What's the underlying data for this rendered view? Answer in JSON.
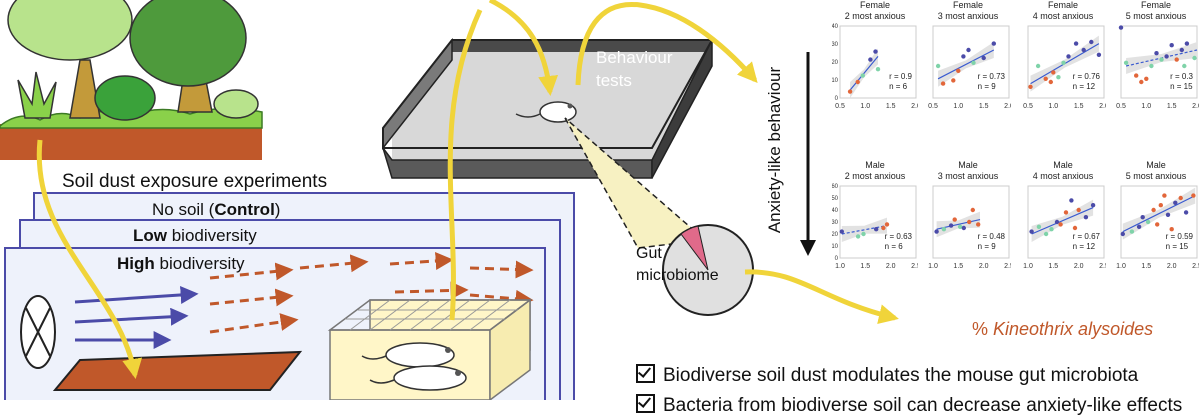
{
  "experiment": {
    "title": "Soil dust exposure experiments",
    "control_prefix": "No soil (",
    "control_bold": "Control",
    "control_suffix": ")",
    "low_bold": "Low",
    "low_rest": " biodiversity",
    "high_bold": "High",
    "high_rest": " biodiversity"
  },
  "behaviour": {
    "line1": "Behaviour",
    "line2": "tests"
  },
  "gut": {
    "line1": "Gut",
    "line2": "microbiome"
  },
  "kineothrix": {
    "prefix": "% ",
    "name": "Kineothrix alysoides"
  },
  "checks": [
    "Biodiverse soil dust modulates the mouse gut microbiota",
    "Bacteria from biodiverse soil can decrease anxiety-like effects"
  ],
  "y_axis_label": "Anxiety-like behaviour",
  "colors": {
    "soil": "#c0582a",
    "purple": "#4b4ba8",
    "green": "#7fd3a9",
    "orange": "#e2663a",
    "fit": "#3a5bd0",
    "yellow": "#f0d43a",
    "tree": "#4e9a3c",
    "ci": "#e2e2e2"
  },
  "chart_data": [
    {
      "type": "scatter",
      "title": [
        "Female",
        "2 most anxious"
      ],
      "r": "r = 0.9",
      "n": "n = 6",
      "xlim": [
        0.5,
        2.0
      ],
      "ylim": [
        0,
        45
      ],
      "x_ticks": [
        "0.5",
        "1.0",
        "1.5",
        "2.0"
      ],
      "y_ticks": [
        "0",
        "10",
        "20",
        "30",
        "40"
      ],
      "points": [
        {
          "x": 0.7,
          "y": 4,
          "g": "orange"
        },
        {
          "x": 0.85,
          "y": 10,
          "g": "orange"
        },
        {
          "x": 1.2,
          "y": 29,
          "g": "purple"
        },
        {
          "x": 1.25,
          "y": 18,
          "g": "green"
        },
        {
          "x": 1.1,
          "y": 24,
          "g": "purple"
        },
        {
          "x": 0.95,
          "y": 14,
          "g": "green"
        }
      ],
      "fit": [
        [
          0.7,
          5
        ],
        [
          1.25,
          26
        ]
      ]
    },
    {
      "type": "scatter",
      "title": [
        "Female",
        "3 most anxious"
      ],
      "r": "r = 0.73",
      "n": "n = 9",
      "xlim": [
        0.5,
        2.0
      ],
      "ylim": [
        0,
        45
      ],
      "x_ticks": [
        "0.5",
        "1.0",
        "1.5",
        "2.0"
      ],
      "y_ticks": [],
      "points": [
        {
          "x": 0.6,
          "y": 20,
          "g": "green"
        },
        {
          "x": 0.7,
          "y": 9,
          "g": "orange"
        },
        {
          "x": 0.9,
          "y": 11,
          "g": "orange"
        },
        {
          "x": 1.0,
          "y": 17,
          "g": "orange"
        },
        {
          "x": 1.1,
          "y": 26,
          "g": "purple"
        },
        {
          "x": 1.2,
          "y": 30,
          "g": "purple"
        },
        {
          "x": 1.3,
          "y": 22,
          "g": "green"
        },
        {
          "x": 1.5,
          "y": 25,
          "g": "purple"
        },
        {
          "x": 1.7,
          "y": 34,
          "g": "purple"
        }
      ],
      "fit": [
        [
          0.6,
          12
        ],
        [
          1.7,
          30
        ]
      ]
    },
    {
      "type": "scatter",
      "title": [
        "Female",
        "4 most anxious"
      ],
      "r": "r = 0.76",
      "n": "n = 12",
      "xlim": [
        0.5,
        2.0
      ],
      "ylim": [
        0,
        45
      ],
      "x_ticks": [
        "0.5",
        "1.0",
        "1.5",
        "2.0"
      ],
      "y_ticks": [],
      "points": [
        {
          "x": 0.55,
          "y": 7,
          "g": "orange"
        },
        {
          "x": 0.7,
          "y": 20,
          "g": "green"
        },
        {
          "x": 0.85,
          "y": 12,
          "g": "orange"
        },
        {
          "x": 0.95,
          "y": 10,
          "g": "orange"
        },
        {
          "x": 1.0,
          "y": 16,
          "g": "orange"
        },
        {
          "x": 1.1,
          "y": 13,
          "g": "green"
        },
        {
          "x": 1.2,
          "y": 22,
          "g": "green"
        },
        {
          "x": 1.3,
          "y": 26,
          "g": "purple"
        },
        {
          "x": 1.45,
          "y": 34,
          "g": "purple"
        },
        {
          "x": 1.6,
          "y": 30,
          "g": "purple"
        },
        {
          "x": 1.75,
          "y": 35,
          "g": "purple"
        },
        {
          "x": 1.9,
          "y": 27,
          "g": "purple"
        }
      ],
      "fit": [
        [
          0.55,
          9
        ],
        [
          1.9,
          34
        ]
      ]
    },
    {
      "type": "scatter",
      "title": [
        "Female",
        "5 most anxious"
      ],
      "r": "r = 0.3",
      "n": "n = 15",
      "xlim": [
        0.5,
        2.0
      ],
      "ylim": [
        0,
        45
      ],
      "x_ticks": [
        "0.5",
        "1.0",
        "1.5",
        "2.0"
      ],
      "y_ticks": [],
      "points": [
        {
          "x": 0.5,
          "y": 44,
          "g": "purple"
        },
        {
          "x": 0.6,
          "y": 22,
          "g": "green"
        },
        {
          "x": 0.8,
          "y": 14,
          "g": "orange"
        },
        {
          "x": 0.9,
          "y": 10,
          "g": "orange"
        },
        {
          "x": 1.0,
          "y": 12,
          "g": "orange"
        },
        {
          "x": 1.1,
          "y": 20,
          "g": "green"
        },
        {
          "x": 1.2,
          "y": 28,
          "g": "purple"
        },
        {
          "x": 1.3,
          "y": 24,
          "g": "green"
        },
        {
          "x": 1.4,
          "y": 26,
          "g": "purple"
        },
        {
          "x": 1.5,
          "y": 33,
          "g": "purple"
        },
        {
          "x": 1.6,
          "y": 24,
          "g": "orange"
        },
        {
          "x": 1.7,
          "y": 30,
          "g": "purple"
        },
        {
          "x": 1.8,
          "y": 34,
          "g": "purple"
        },
        {
          "x": 1.95,
          "y": 25,
          "g": "green"
        },
        {
          "x": 1.75,
          "y": 20,
          "g": "green"
        }
      ],
      "fit": [
        [
          0.6,
          20
        ],
        [
          2.0,
          30
        ]
      ]
    },
    {
      "type": "scatter",
      "title": [
        "Male",
        "2 most anxious"
      ],
      "r": "r = 0.63",
      "n": "n = 6",
      "xlim": [
        0.7,
        2.8
      ],
      "ylim": [
        0,
        60
      ],
      "x_ticks": [
        "1.0",
        "1.5",
        "2.0",
        "2.5"
      ],
      "y_ticks": [
        "0",
        "10",
        "20",
        "30",
        "40",
        "50",
        "60"
      ],
      "points": [
        {
          "x": 0.75,
          "y": 22,
          "g": "purple"
        },
        {
          "x": 1.2,
          "y": 18,
          "g": "green"
        },
        {
          "x": 1.35,
          "y": 20,
          "g": "green"
        },
        {
          "x": 1.7,
          "y": 24,
          "g": "purple"
        },
        {
          "x": 2.0,
          "y": 28,
          "g": "orange"
        },
        {
          "x": 1.9,
          "y": 25,
          "g": "orange"
        }
      ],
      "fit": [
        [
          0.75,
          20
        ],
        [
          2.0,
          27
        ]
      ]
    },
    {
      "type": "scatter",
      "title": [
        "Male",
        "3 most anxious"
      ],
      "r": "r = 0.48",
      "n": "n = 9",
      "xlim": [
        0.7,
        2.8
      ],
      "ylim": [
        0,
        60
      ],
      "x_ticks": [
        "1.0",
        "1.5",
        "2.0",
        "2.5"
      ],
      "y_ticks": [],
      "points": [
        {
          "x": 0.8,
          "y": 22,
          "g": "purple"
        },
        {
          "x": 1.0,
          "y": 24,
          "g": "green"
        },
        {
          "x": 1.2,
          "y": 27,
          "g": "purple"
        },
        {
          "x": 1.3,
          "y": 32,
          "g": "orange"
        },
        {
          "x": 1.45,
          "y": 26,
          "g": "green"
        },
        {
          "x": 1.55,
          "y": 25,
          "g": "purple"
        },
        {
          "x": 1.7,
          "y": 30,
          "g": "orange"
        },
        {
          "x": 1.8,
          "y": 40,
          "g": "orange"
        },
        {
          "x": 1.95,
          "y": 28,
          "g": "orange"
        }
      ],
      "fit": [
        [
          0.8,
          24
        ],
        [
          2.0,
          32
        ]
      ]
    },
    {
      "type": "scatter",
      "title": [
        "Male",
        "4 most anxious"
      ],
      "r": "r = 0.67",
      "n": "n = 12",
      "xlim": [
        0.7,
        2.8
      ],
      "ylim": [
        0,
        60
      ],
      "x_ticks": [
        "1.0",
        "1.5",
        "2.0",
        "2.5"
      ],
      "y_ticks": [],
      "points": [
        {
          "x": 0.8,
          "y": 22,
          "g": "purple"
        },
        {
          "x": 1.0,
          "y": 26,
          "g": "green"
        },
        {
          "x": 1.2,
          "y": 20,
          "g": "green"
        },
        {
          "x": 1.35,
          "y": 24,
          "g": "green"
        },
        {
          "x": 1.5,
          "y": 30,
          "g": "purple"
        },
        {
          "x": 1.6,
          "y": 28,
          "g": "orange"
        },
        {
          "x": 1.75,
          "y": 38,
          "g": "orange"
        },
        {
          "x": 1.9,
          "y": 48,
          "g": "purple"
        },
        {
          "x": 2.0,
          "y": 25,
          "g": "orange"
        },
        {
          "x": 2.1,
          "y": 40,
          "g": "orange"
        },
        {
          "x": 2.3,
          "y": 34,
          "g": "purple"
        },
        {
          "x": 2.5,
          "y": 44,
          "g": "purple"
        }
      ],
      "fit": [
        [
          0.8,
          20
        ],
        [
          2.5,
          42
        ]
      ]
    },
    {
      "type": "scatter",
      "title": [
        "Male",
        "5 most anxious"
      ],
      "r": "r = 0.59",
      "n": "n = 15",
      "xlim": [
        0.7,
        2.8
      ],
      "ylim": [
        0,
        60
      ],
      "x_ticks": [
        "1.0",
        "1.5",
        "2.0",
        "2.5"
      ],
      "y_ticks": [],
      "points": [
        {
          "x": 0.75,
          "y": 20,
          "g": "purple"
        },
        {
          "x": 1.0,
          "y": 22,
          "g": "green"
        },
        {
          "x": 1.2,
          "y": 26,
          "g": "purple"
        },
        {
          "x": 1.3,
          "y": 34,
          "g": "purple"
        },
        {
          "x": 1.45,
          "y": 30,
          "g": "green"
        },
        {
          "x": 1.6,
          "y": 40,
          "g": "orange"
        },
        {
          "x": 1.7,
          "y": 28,
          "g": "orange"
        },
        {
          "x": 1.8,
          "y": 44,
          "g": "orange"
        },
        {
          "x": 1.9,
          "y": 52,
          "g": "orange"
        },
        {
          "x": 2.0,
          "y": 36,
          "g": "purple"
        },
        {
          "x": 2.1,
          "y": 24,
          "g": "orange"
        },
        {
          "x": 2.2,
          "y": 46,
          "g": "purple"
        },
        {
          "x": 2.35,
          "y": 50,
          "g": "orange"
        },
        {
          "x": 2.5,
          "y": 38,
          "g": "purple"
        },
        {
          "x": 2.7,
          "y": 52,
          "g": "orange"
        }
      ],
      "fit": [
        [
          0.75,
          22
        ],
        [
          2.75,
          52
        ]
      ]
    }
  ]
}
